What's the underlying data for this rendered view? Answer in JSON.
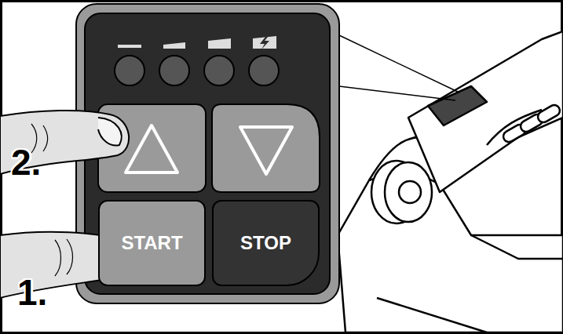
{
  "diagram": {
    "nodes": [
      {
        "text": [
          "START"
        ]
      },
      {
        "text": [
          "STOP"
        ]
      }
    ],
    "labels": [
      "2.",
      "1."
    ]
  }
}
